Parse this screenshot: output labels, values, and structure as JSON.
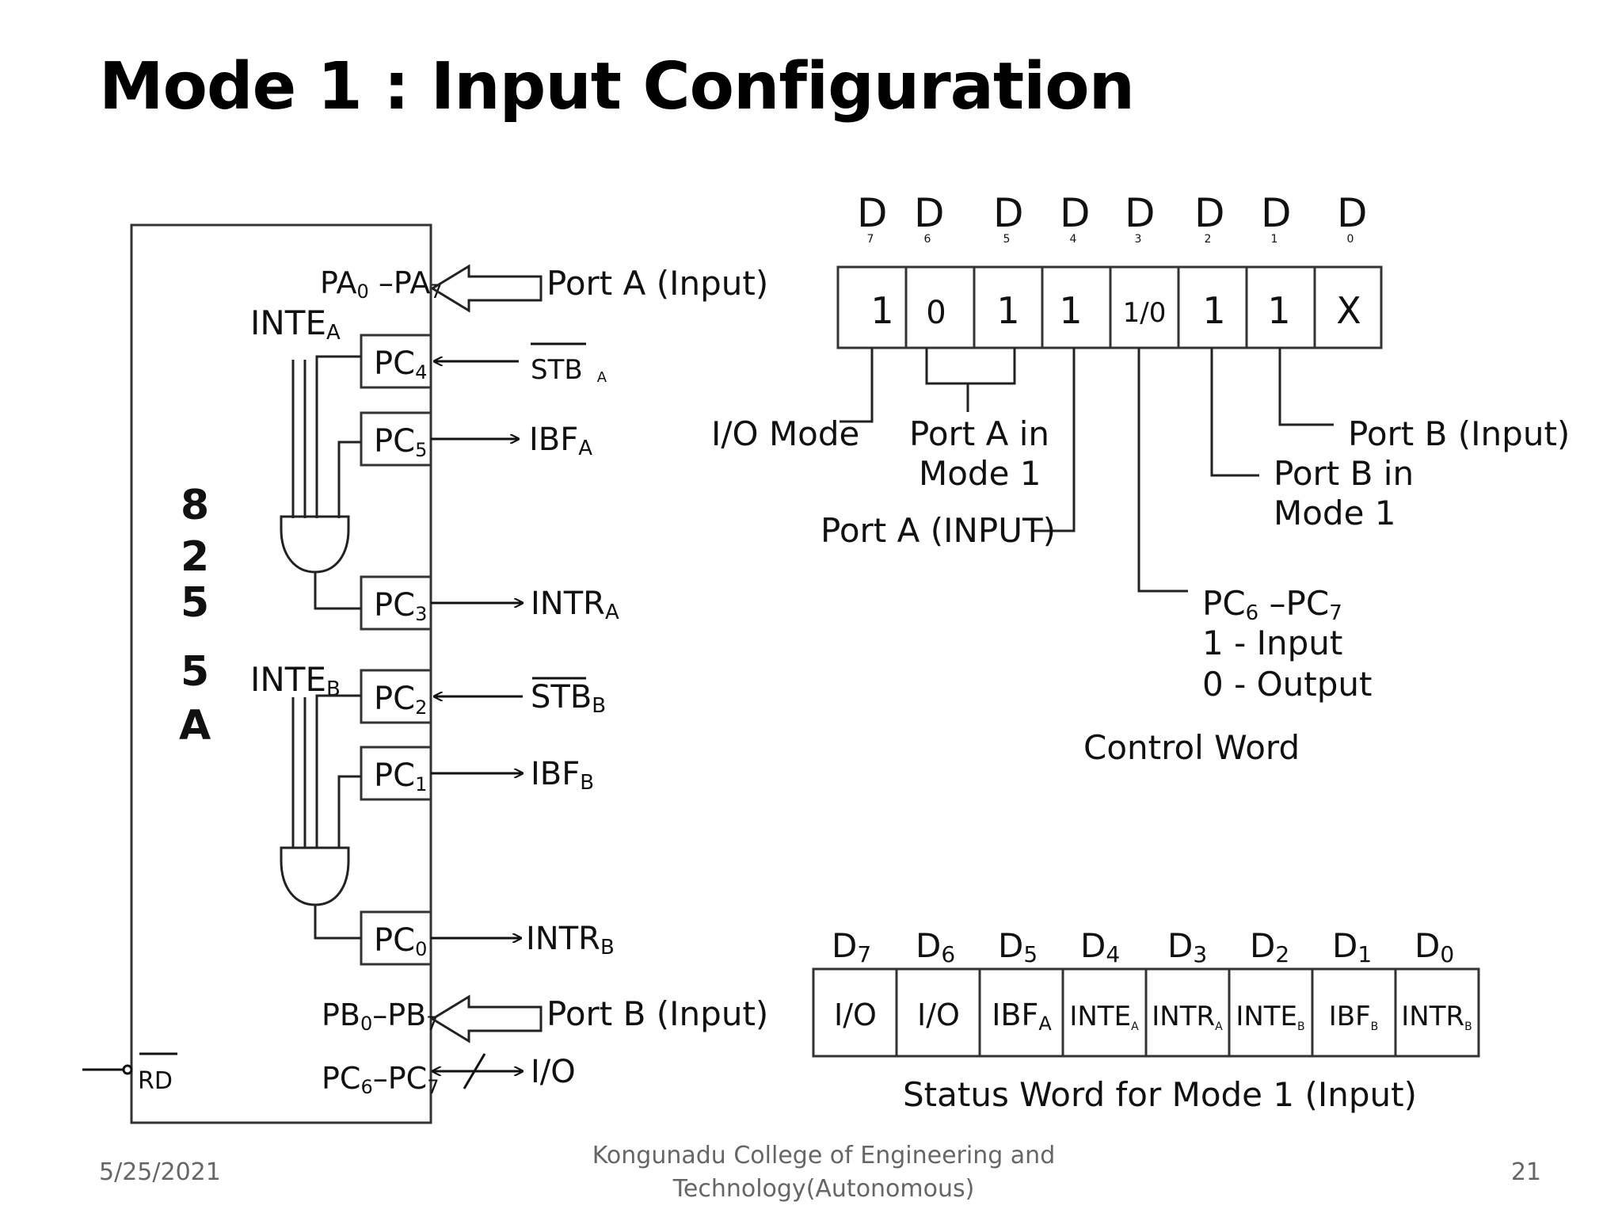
{
  "slide": {
    "title": "Mode 1 : Input Configuration",
    "footer": {
      "date": "5/25/2021",
      "org_line1": "Kongunadu College of Engineering and",
      "org_line2": "Technology(Autonomous)",
      "page": "21"
    }
  },
  "chip": {
    "label_chars": [
      "8",
      "2",
      "5",
      "5",
      "A"
    ],
    "inte_a": {
      "main": "INTE",
      "sub": "A"
    },
    "inte_b": {
      "main": "INTE",
      "sub": "B"
    },
    "pins": {
      "pa": {
        "main": "PA",
        "sub1": "0",
        "mid": " –PA",
        "sub2": "7"
      },
      "pc4": {
        "main": "PC",
        "sub": "4"
      },
      "pc5": {
        "main": "PC",
        "sub": "5"
      },
      "pc3": {
        "main": "PC",
        "sub": "3"
      },
      "pc2": {
        "main": "PC",
        "sub": "2"
      },
      "pc1": {
        "main": "PC",
        "sub": "1"
      },
      "pc0": {
        "main": "PC",
        "sub": "0"
      },
      "pb": {
        "main": "PB",
        "sub1": "0",
        "mid": "–PB",
        "sub2": "7"
      },
      "pc67": {
        "main": "PC",
        "sub1": "6",
        "mid": "–PC",
        "sub2": "7"
      },
      "rd": "RD"
    },
    "signals": {
      "port_a": "Port A (Input)",
      "stb_a": {
        "main": "STB",
        "sub": "A"
      },
      "ibf_a": {
        "main": "IBF",
        "sub": "A"
      },
      "intr_a": {
        "main": "INTR",
        "sub": "A"
      },
      "stb_b": {
        "main": "STB",
        "sub": "B"
      },
      "ibf_b": {
        "main": "IBF",
        "sub": "B"
      },
      "intr_b": {
        "main": "INTR",
        "sub": "B"
      },
      "port_b": "Port B (Input)",
      "io": "I/O"
    }
  },
  "control_word": {
    "headers": [
      {
        "main": "D",
        "sub": "7"
      },
      {
        "main": "D",
        "sub": "6"
      },
      {
        "main": "D",
        "sub": "5"
      },
      {
        "main": "D",
        "sub": "4"
      },
      {
        "main": "D",
        "sub": "3"
      },
      {
        "main": "D",
        "sub": "2"
      },
      {
        "main": "D",
        "sub": "1"
      },
      {
        "main": "D",
        "sub": "0"
      }
    ],
    "bits": [
      "1",
      "0",
      "1",
      "1",
      "1/0",
      "1",
      "1",
      "X"
    ],
    "labels": {
      "io_mode": "I/O Mode",
      "port_a_mode_1": "Port  A in",
      "port_a_mode_2": "Mode 1",
      "port_a_input": "Port A (INPUT)",
      "port_b_input": "Port  B (Input)",
      "port_b_mode_1": "Port B in",
      "port_b_mode_2": "Mode 1",
      "pc67": {
        "main": "PC",
        "sub1": "6",
        "mid": " –PC",
        "sub2": "7"
      },
      "pc_input": "1 - Input",
      "pc_output": "0 - Output"
    },
    "caption": "Control Word"
  },
  "status_word": {
    "headers": [
      {
        "main": "D",
        "sub": "7"
      },
      {
        "main": "D",
        "sub": "6"
      },
      {
        "main": "D",
        "sub": "5"
      },
      {
        "main": "D",
        "sub": "4"
      },
      {
        "main": "D",
        "sub": "3"
      },
      {
        "main": "D",
        "sub": "2"
      },
      {
        "main": "D",
        "sub": "1"
      },
      {
        "main": "D",
        "sub": "0"
      }
    ],
    "cells": [
      {
        "main": "I/O",
        "sub": ""
      },
      {
        "main": "I/O",
        "sub": ""
      },
      {
        "main": "IBF",
        "sub": "A"
      },
      {
        "main": "INTE",
        "sub": "A"
      },
      {
        "main": "INTR",
        "sub": "A"
      },
      {
        "main": "INTE",
        "sub": "B"
      },
      {
        "main": "IBF",
        "sub": "B"
      },
      {
        "main": "INTR",
        "sub": "B"
      }
    ],
    "caption": "Status Word for Mode 1 (Input)"
  }
}
